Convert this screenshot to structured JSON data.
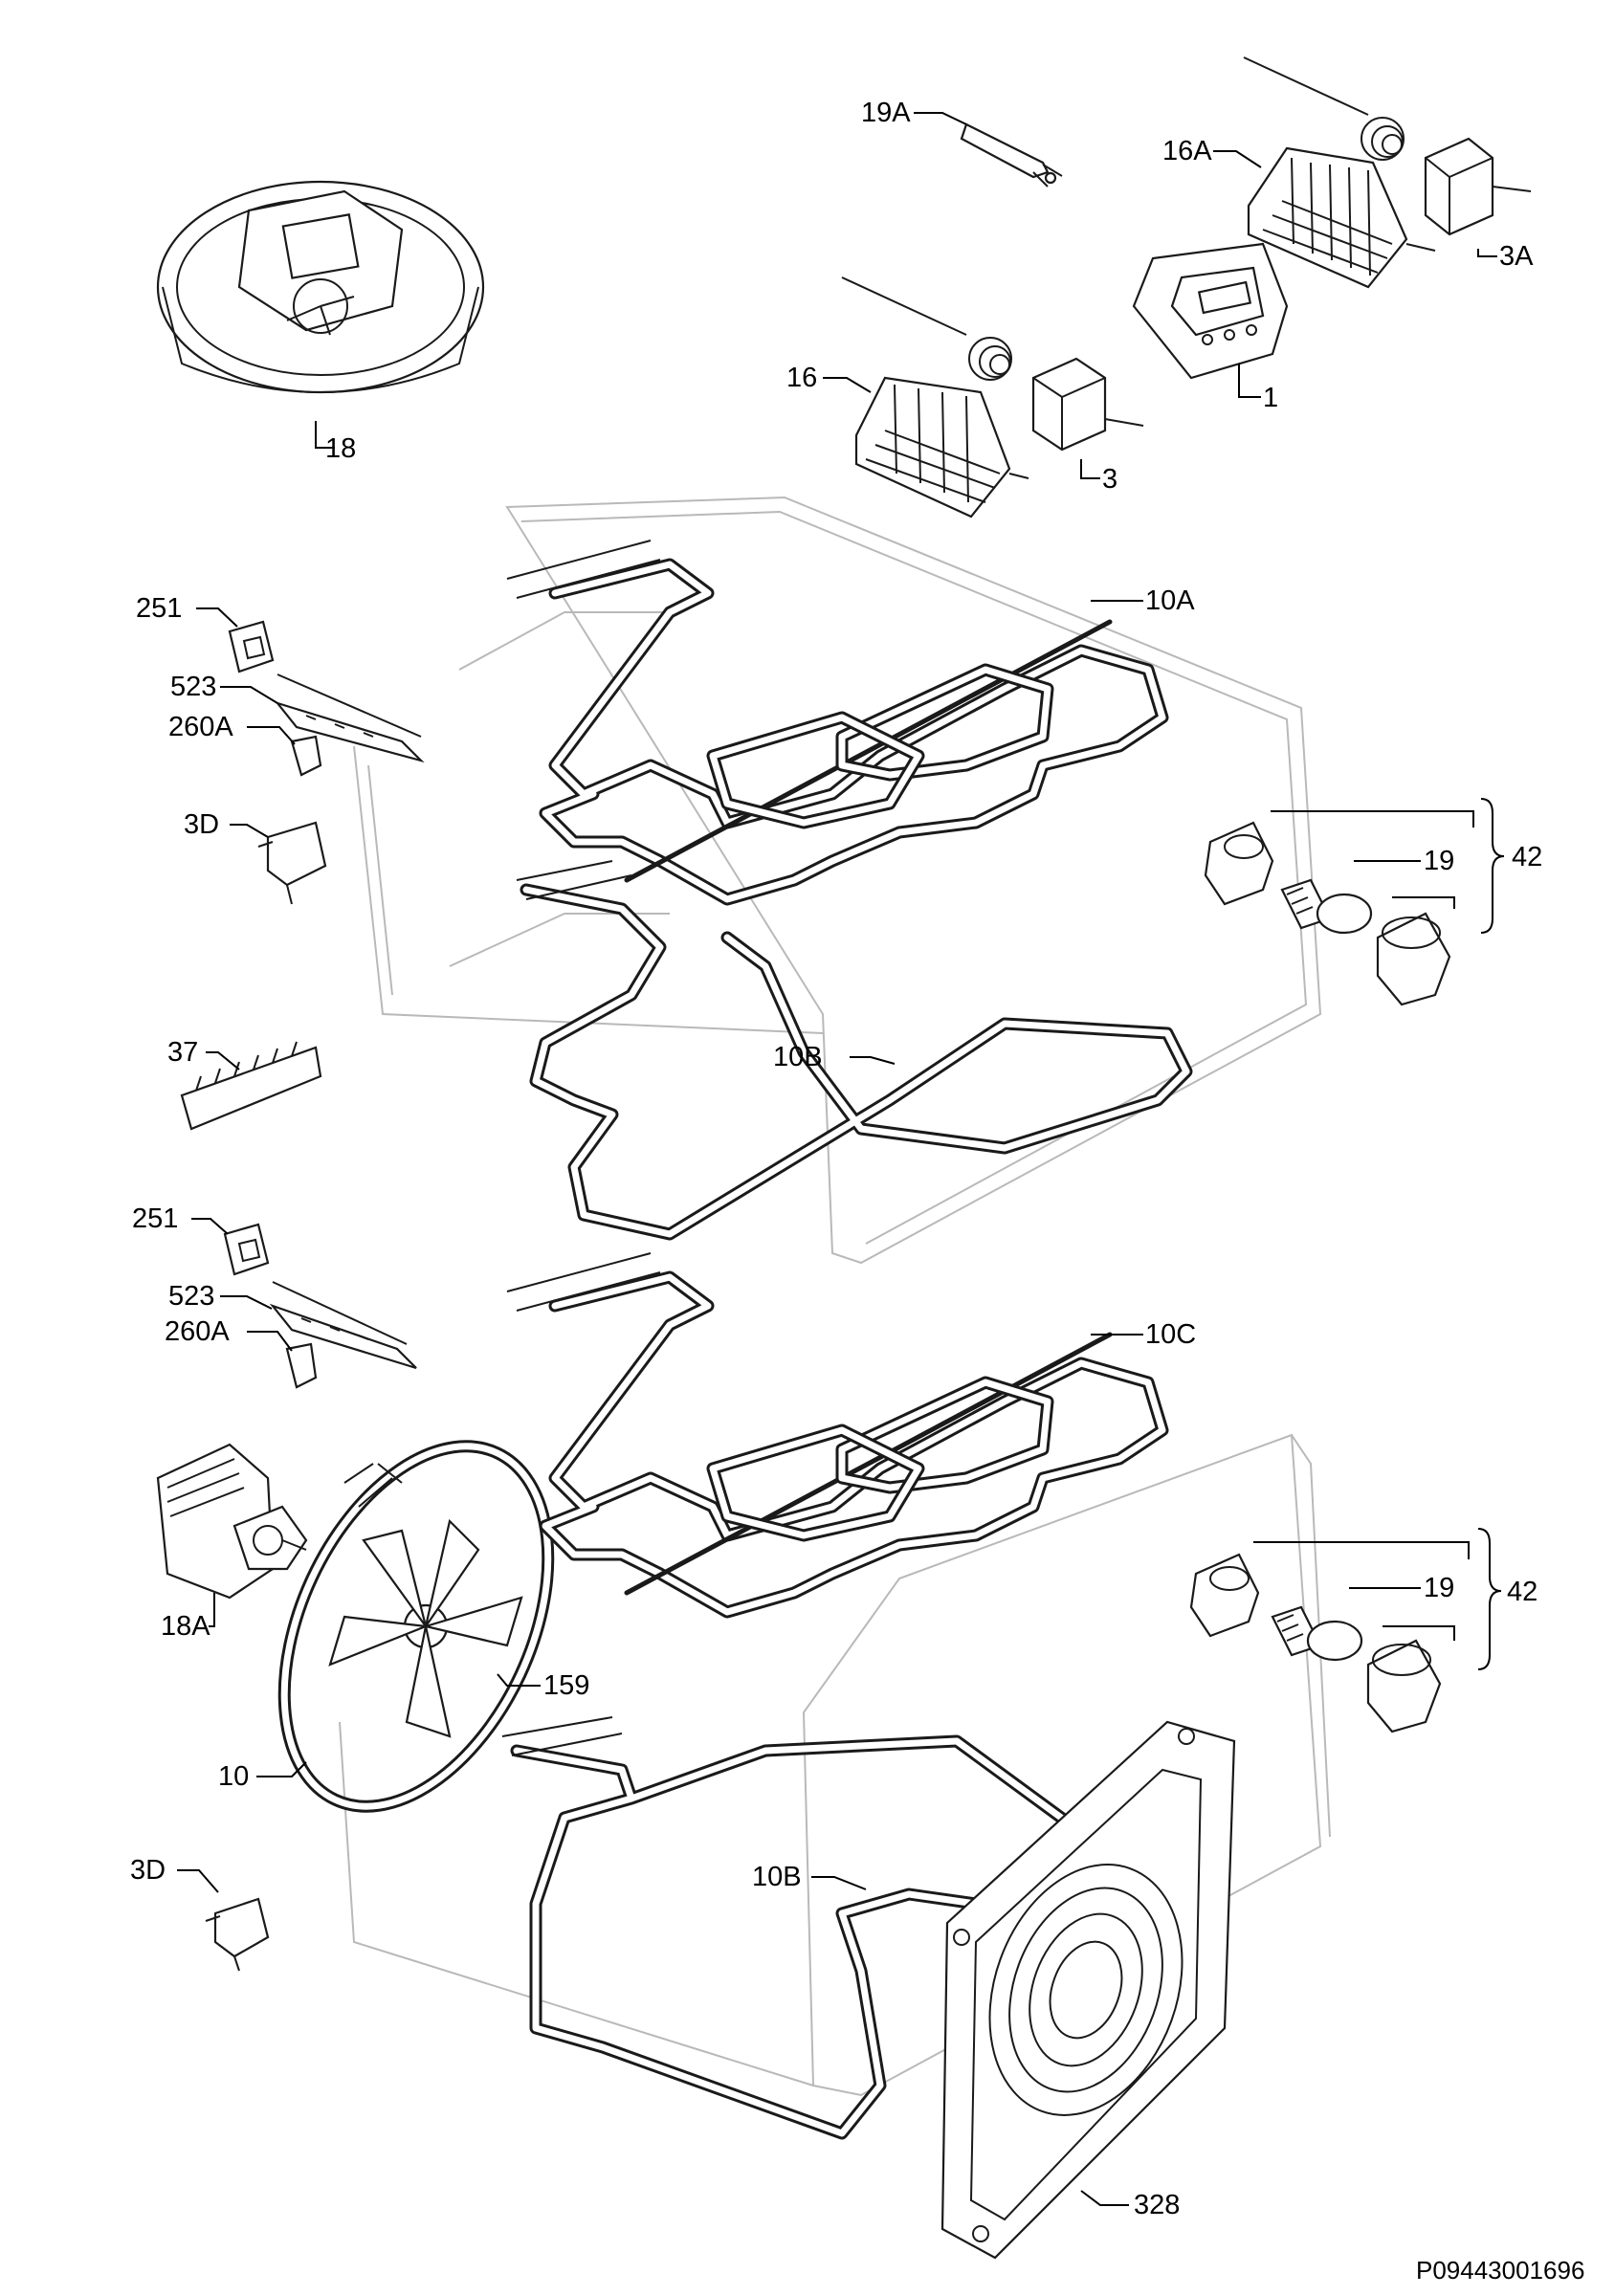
{
  "diagram_code": "P09443001696",
  "callouts": [
    {
      "id": "19A",
      "label": "19A"
    },
    {
      "id": "16A",
      "label": "16A"
    },
    {
      "id": "3A",
      "label": "3A"
    },
    {
      "id": "16",
      "label": "16"
    },
    {
      "id": "1",
      "label": "1"
    },
    {
      "id": "3",
      "label": "3"
    },
    {
      "id": "18",
      "label": "18"
    },
    {
      "id": "10A",
      "label": "10A"
    },
    {
      "id": "251-upper",
      "label": "251"
    },
    {
      "id": "523-upper",
      "label": "523"
    },
    {
      "id": "260A-upper",
      "label": "260A"
    },
    {
      "id": "3D-upper",
      "label": "3D"
    },
    {
      "id": "19-upper",
      "label": "19"
    },
    {
      "id": "42-upper",
      "label": "42"
    },
    {
      "id": "37",
      "label": "37"
    },
    {
      "id": "10B-upper",
      "label": "10B"
    },
    {
      "id": "251-lower",
      "label": "251"
    },
    {
      "id": "523-lower",
      "label": "523"
    },
    {
      "id": "260A-lower",
      "label": "260A"
    },
    {
      "id": "10C",
      "label": "10C"
    },
    {
      "id": "18A",
      "label": "18A"
    },
    {
      "id": "159",
      "label": "159"
    },
    {
      "id": "10",
      "label": "10"
    },
    {
      "id": "19-lower",
      "label": "19"
    },
    {
      "id": "42-lower",
      "label": "42"
    },
    {
      "id": "3D-lower",
      "label": "3D"
    },
    {
      "id": "10B-lower",
      "label": "10B"
    },
    {
      "id": "328",
      "label": "328"
    }
  ]
}
